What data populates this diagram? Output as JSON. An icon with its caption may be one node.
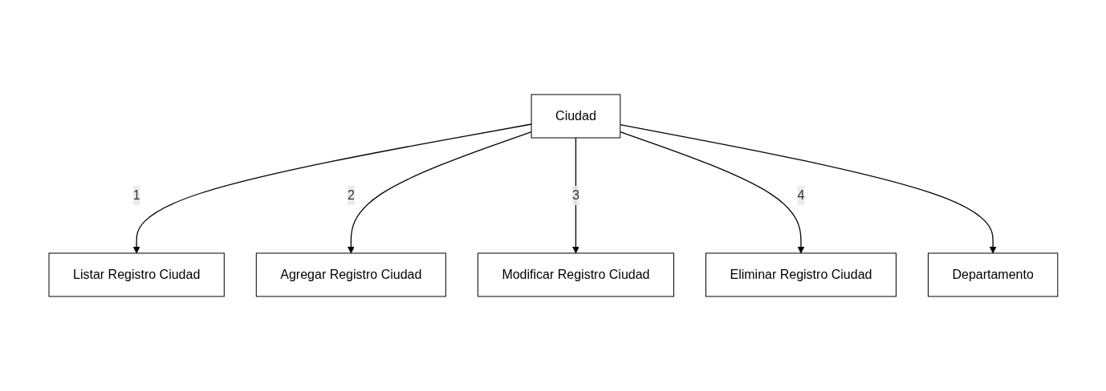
{
  "diagram": {
    "nodes": [
      {
        "text": [
          "Ciudad"
        ]
      },
      {
        "text": [
          "Listar Registro Ciudad"
        ]
      },
      {
        "text": [
          "Agregar Registro Ciudad"
        ]
      },
      {
        "text": [
          "Modificar Registro Ciudad"
        ]
      },
      {
        "text": [
          "Eliminar Registro Ciudad"
        ]
      },
      {
        "text": [
          "Departamento"
        ]
      }
    ],
    "edges": [
      {
        "from": 0,
        "to": 1,
        "arrow": "to",
        "label": "1"
      },
      {
        "from": 0,
        "to": 2,
        "arrow": "to",
        "label": "2"
      },
      {
        "from": 0,
        "to": 3,
        "arrow": "to",
        "label": "3"
      },
      {
        "from": 0,
        "to": 4,
        "arrow": "to",
        "label": "4"
      },
      {
        "from": 0,
        "to": 5,
        "arrow": "to"
      }
    ]
  }
}
